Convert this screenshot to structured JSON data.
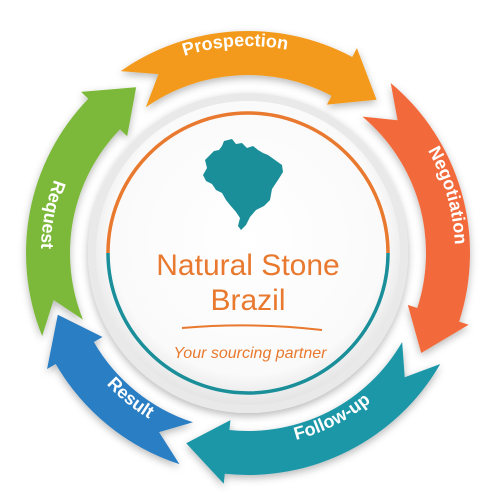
{
  "cycle": {
    "stages": [
      {
        "label": "Prospection",
        "color": "#f39a1e"
      },
      {
        "label": "Negotiation",
        "color": "#f26a3b"
      },
      {
        "label": "Follow-up",
        "color": "#1f97a8"
      },
      {
        "label": "Result",
        "color": "#2a7ec4"
      },
      {
        "label": "Request",
        "color": "#7cb93a"
      }
    ]
  },
  "brand": {
    "name_line1": "Natural Stone",
    "name_line2": "Brazil",
    "tagline": "Your sourcing partner",
    "primary_color": "#e8792e",
    "map_color": "#1a8f9a",
    "map_icon": "brazil-map-icon"
  }
}
